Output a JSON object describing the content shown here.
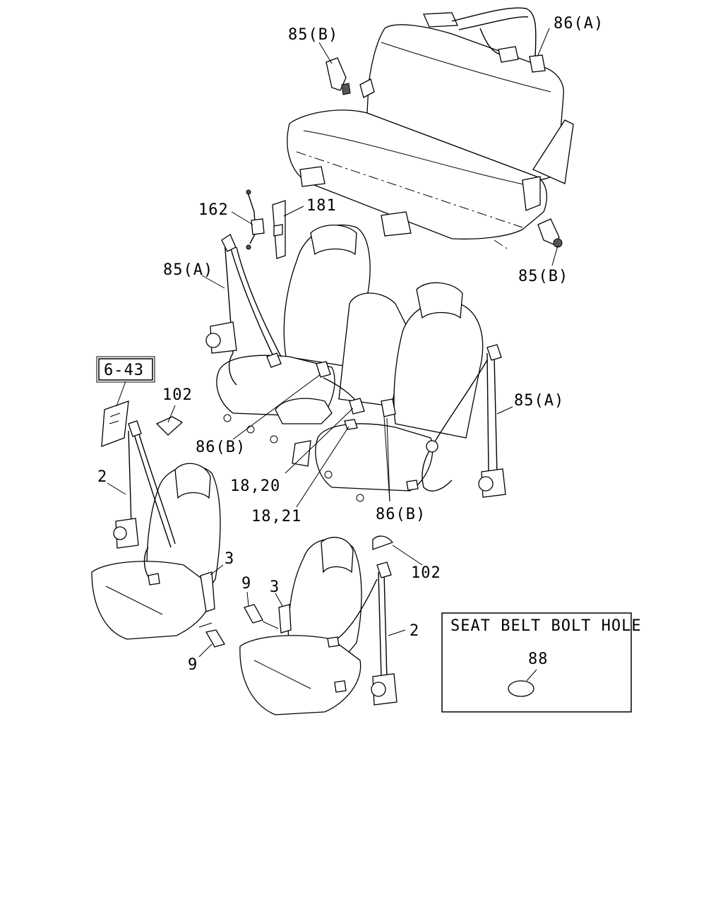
{
  "callouts": {
    "c85b_top": "85(B)",
    "c86a_top": "86(A)",
    "c162": "162",
    "c181": "181",
    "c85a_left": "85(A)",
    "c85b_right": "85(B)",
    "ref_643": "6-43",
    "c102_left": "102",
    "c86b_left": "86(B)",
    "c85a_right": "85(A)",
    "c2_left": "2",
    "c1820": "18,20",
    "c1821": "18,21",
    "c86b_right": "86(B)",
    "c3_left": "3",
    "c102_right": "102",
    "c9_upper": "9",
    "c3_right": "3",
    "c2_right": "2",
    "c9_lower": "9"
  },
  "inset": {
    "title": "SEAT BELT BOLT HOLE",
    "part": "88"
  }
}
